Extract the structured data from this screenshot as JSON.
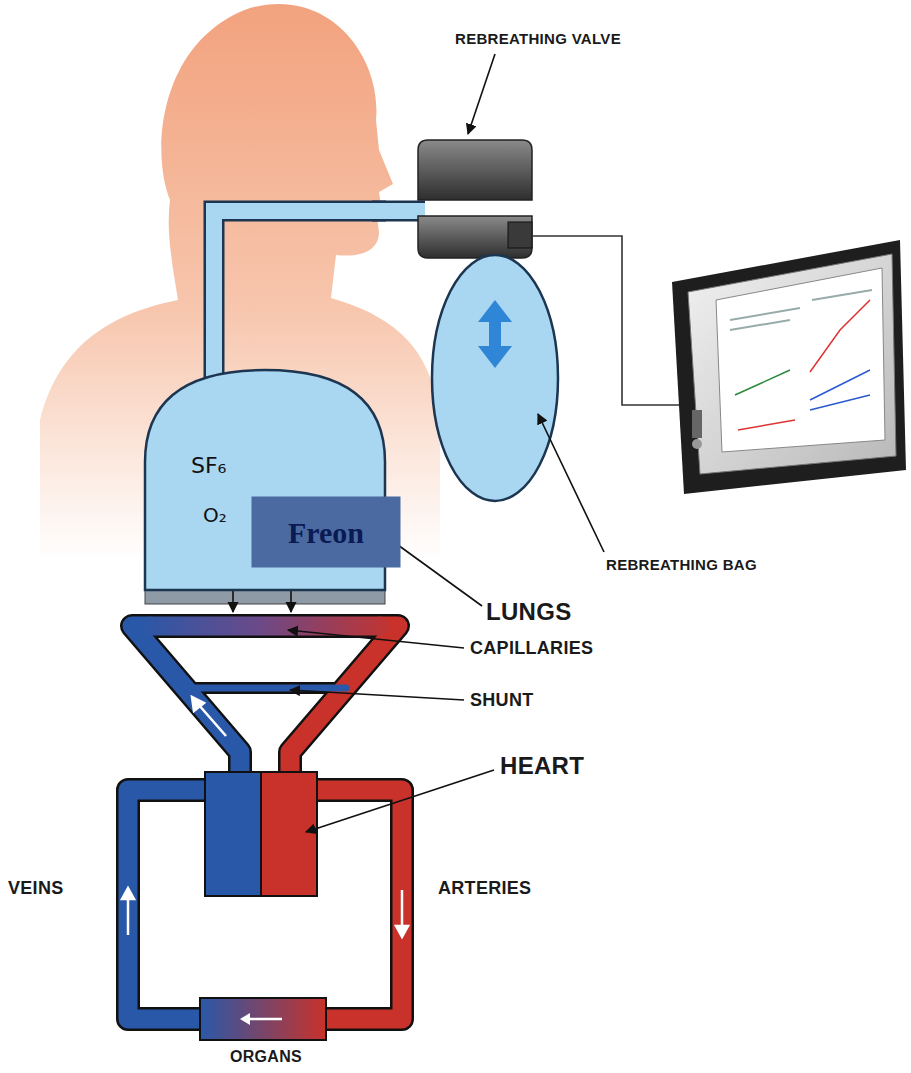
{
  "diagram": {
    "nodes": [
      {
        "text": [
          "SF₆",
          "O₂"
        ]
      },
      {
        "text": [
          "Freon"
        ],
        "in": 0
      }
    ],
    "labels": [
      "REBREATHING VALVE",
      "REBREATHING BAG",
      "LUNGS",
      "CAPILLARIES",
      "SHUNT",
      "HEART",
      "VEINS",
      "ARTERIES",
      "ORGANS"
    ]
  }
}
